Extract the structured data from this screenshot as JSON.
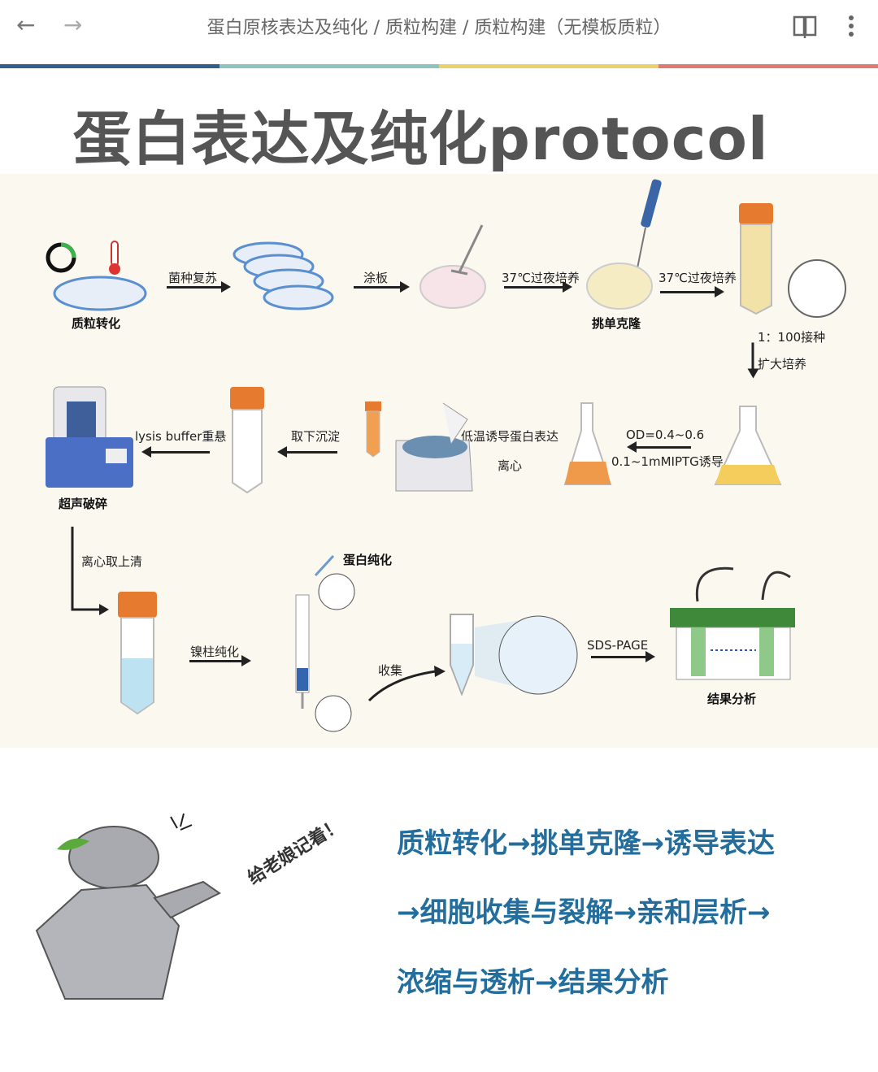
{
  "header": {
    "breadcrumb": "蛋白原核表达及纯化 / 质粒构建 / 质粒构建（无模板质粒）",
    "back_icon": "←",
    "forward_icon": "→"
  },
  "stripe_colors": [
    "#2f5f8a",
    "#8cc5c0",
    "#ecd06a",
    "#e07a70"
  ],
  "title": "蛋白表达及纯化protocol",
  "diagram": {
    "plasmid_transform": "质粒转化",
    "revive": "菌种复苏",
    "plate": "涂板",
    "overnight1": "37℃过夜培养",
    "pick_colony": "挑单克隆",
    "overnight2": "37℃过夜培养",
    "inoculate": "1：100接种",
    "expand": "扩大培养",
    "od": "OD=0.4~0.6",
    "iptg": "0.1~1mMIPTG诱导",
    "low_temp": "低温诱导蛋白表达",
    "centrifuge": "离心",
    "take_pellet": "取下沉淀",
    "lysis": "lysis buffer重悬",
    "sonicate": "超声破碎",
    "supernatant": "离心取上清",
    "ni_column": "镍柱纯化",
    "protein_purify": "蛋白纯化",
    "collect": "收集",
    "sds": "SDS-PAGE",
    "result": "结果分析"
  },
  "sticker": "给老娘记着！",
  "summary": [
    "质粒转化→挑单克隆→诱导表达",
    "→细胞收集与裂解→亲和层析→",
    "浓缩与透析→结果分析"
  ]
}
